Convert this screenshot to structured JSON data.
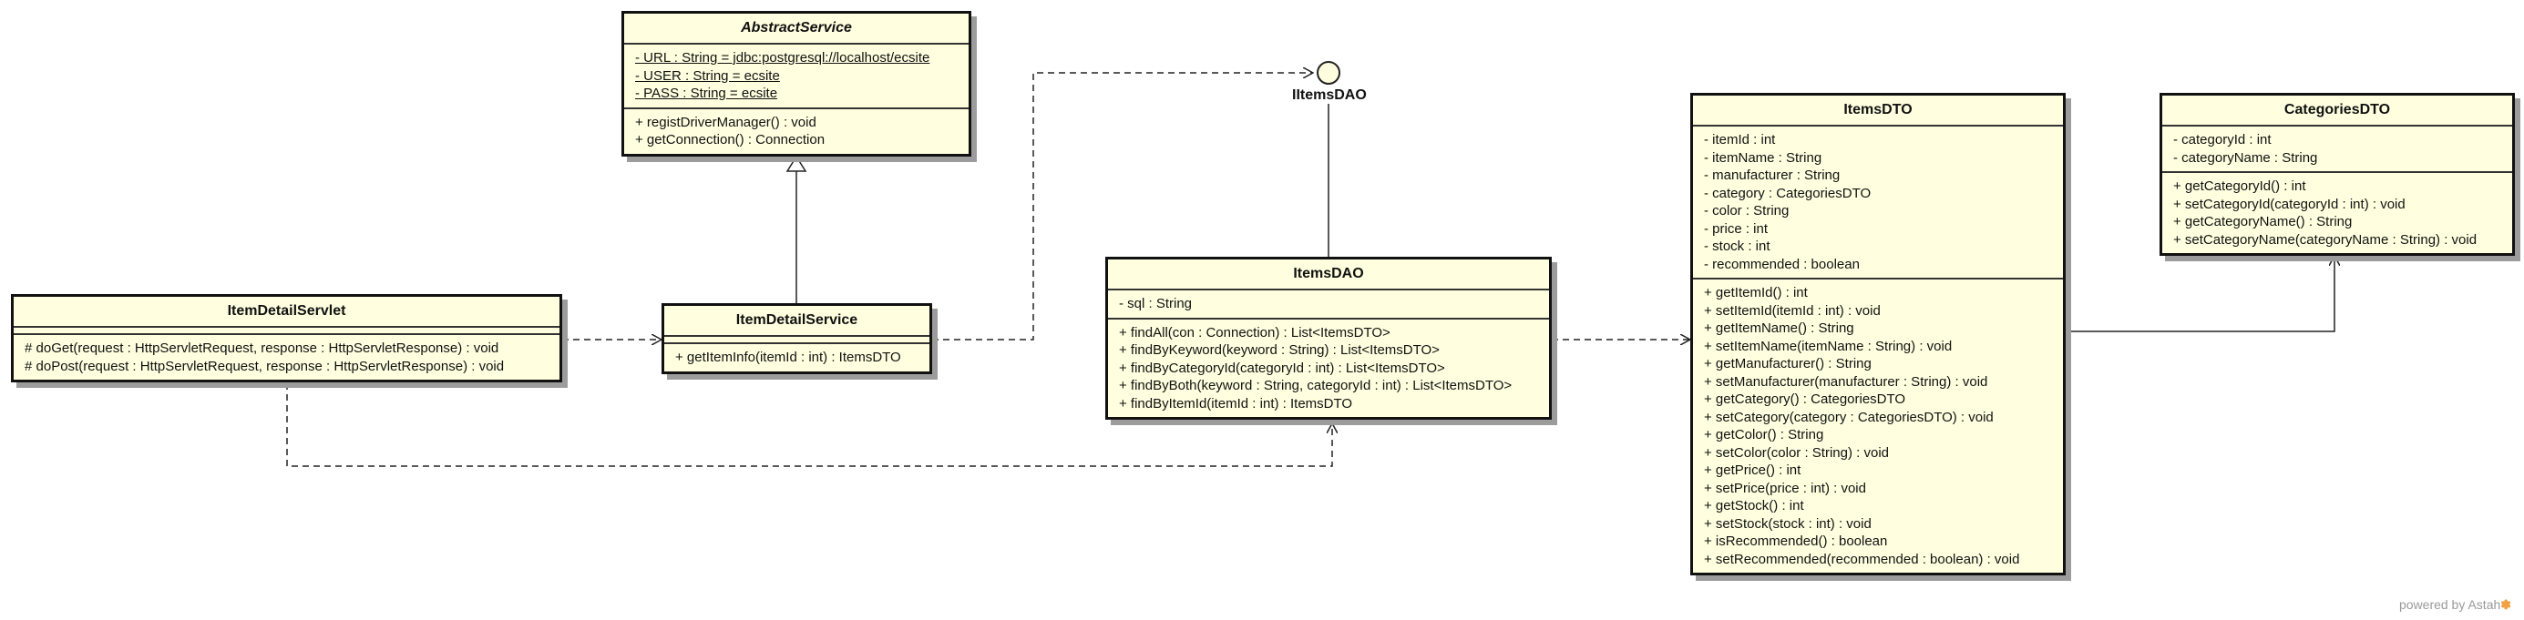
{
  "diagram": {
    "interface_ItemsDAO": {
      "name": "IItemsDAO"
    },
    "classes": {
      "AbstractService": {
        "name": "AbstractService",
        "attributes": [
          "- URL : String = jdbc:postgresql://localhost/ecsite",
          "- USER : String = ecsite",
          "- PASS : String = ecsite"
        ],
        "operations": [
          "+ registDriverManager() : void",
          "+ getConnection() : Connection"
        ]
      },
      "ItemDetailServlet": {
        "name": "ItemDetailServlet",
        "operations": [
          "# doGet(request : HttpServletRequest, response : HttpServletResponse) : void",
          "# doPost(request : HttpServletRequest, response : HttpServletResponse) : void"
        ]
      },
      "ItemDetailService": {
        "name": "ItemDetailService",
        "operations": [
          "+ getItemInfo(itemId : int) : ItemsDTO"
        ]
      },
      "ItemsDAO": {
        "name": "ItemsDAO",
        "attributes": [
          "- sql : String"
        ],
        "operations": [
          "+ findAll(con : Connection) : List<ItemsDTO>",
          "+ findByKeyword(keyword : String) : List<ItemsDTO>",
          "+ findByCategoryId(categoryId : int) : List<ItemsDTO>",
          "+ findByBoth(keyword : String, categoryId : int) : List<ItemsDTO>",
          "+ findByItemId(itemId : int) : ItemsDTO"
        ]
      },
      "ItemsDTO": {
        "name": "ItemsDTO",
        "attributes": [
          "- itemId : int",
          "- itemName : String",
          "- manufacturer : String",
          "- category : CategoriesDTO",
          "- color : String",
          "- price : int",
          "- stock : int",
          "- recommended : boolean"
        ],
        "operations": [
          "+ getItemId() : int",
          "+ setItemId(itemId : int) : void",
          "+ getItemName() : String",
          "+ setItemName(itemName : String) : void",
          "+ getManufacturer() : String",
          "+ setManufacturer(manufacturer : String) : void",
          "+ getCategory() : CategoriesDTO",
          "+ setCategory(category : CategoriesDTO) : void",
          "+ getColor() : String",
          "+ setColor(color : String) : void",
          "+ getPrice() : int",
          "+ setPrice(price : int) : void",
          "+ getStock() : int",
          "+ setStock(stock : int) : void",
          "+ isRecommended() : boolean",
          "+ setRecommended(recommended : boolean) : void"
        ]
      },
      "CategoriesDTO": {
        "name": "CategoriesDTO",
        "attributes": [
          "- categoryId : int",
          "- categoryName : String"
        ],
        "operations": [
          "+ getCategoryId() : int",
          "+ setCategoryId(categoryId : int) : void",
          "+ getCategoryName() : String",
          "+ setCategoryName(categoryName : String) : void"
        ]
      }
    }
  },
  "footer": {
    "text": "powered by Astah"
  }
}
